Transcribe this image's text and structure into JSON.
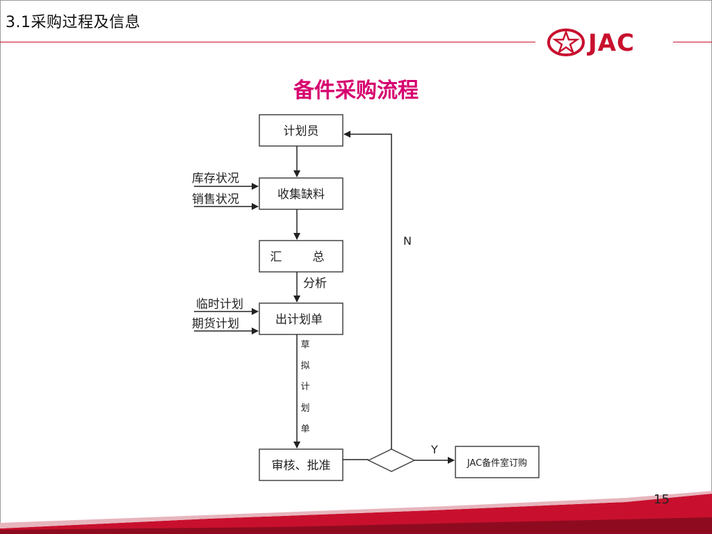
{
  "slide": {
    "section_title": "3.1采购过程及信息",
    "page_number": "15",
    "colors": {
      "brand_red": "#c8102e",
      "title_magenta": "#d6006f"
    }
  },
  "logo": {
    "text": "JAC"
  },
  "diagram": {
    "title": "备件采购流程",
    "nodes": {
      "planner": "计划员",
      "collect": "收集缺料",
      "summary_left": "汇",
      "summary_right": "总",
      "plan_sheet": "出计划单",
      "review": "审核、批准",
      "order": "JAC备件室订购"
    },
    "inputs": {
      "inventory": "库存状况",
      "sales": "销售状况",
      "temporary": "临时计划",
      "futures": "期货计划"
    },
    "labels": {
      "analysis": "分析",
      "draft_1": "草",
      "draft_2": "拟",
      "draft_3": "计",
      "draft_4": "划",
      "draft_5": "单",
      "no": "N",
      "yes": "Y"
    }
  }
}
